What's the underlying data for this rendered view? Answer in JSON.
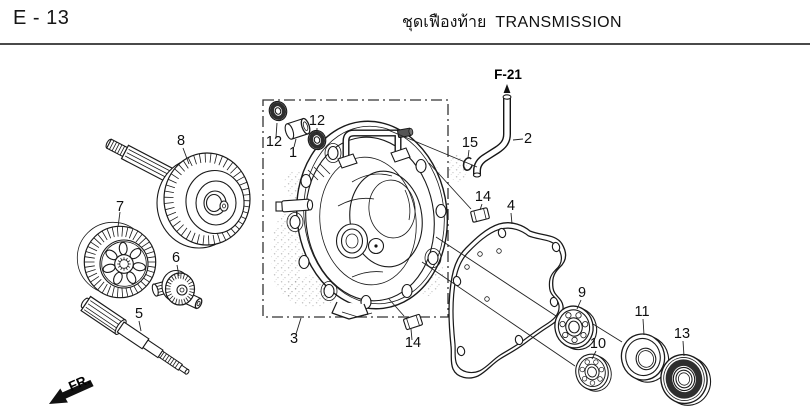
{
  "page": {
    "code": "E - 13",
    "title_thai": "ชุดเฟืองท้าย",
    "title_en": "TRANSMISSION"
  },
  "diagram": {
    "ref_label": "F-21",
    "direction_label": "FR.",
    "labels": {
      "bushing_1": "1",
      "tube_2": "2",
      "cover_3": "3",
      "gasket_4": "4",
      "final_shaft_5": "5",
      "gear_6": "6",
      "gear_7": "7",
      "countershaft_8": "8",
      "bearing_9": "9",
      "bearing_10": "10",
      "washer_11": "11",
      "seal_12_left": "12",
      "seal_12_right": "12",
      "oil_seal_13": "13",
      "pin_14_upper": "14",
      "pin_14_lower": "14",
      "clip_15": "15"
    },
    "colors": {
      "line": "#1a1a1a",
      "seal_dark": "#2e2e2e",
      "rule": "#4a4a4a"
    }
  }
}
